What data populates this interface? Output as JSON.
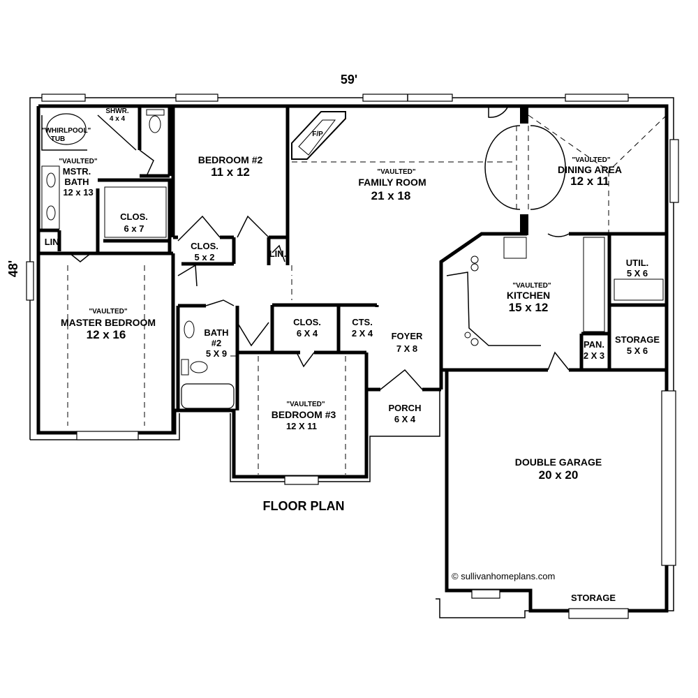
{
  "dimensions": {
    "width": "59'",
    "depth": "48'"
  },
  "title": "FLOOR PLAN",
  "copyright": "© sullivanhomeplans.com",
  "rooms": {
    "whirlpool": {
      "l1": "\"WHIRLPOOL\"",
      "l2": "TUB"
    },
    "shower": {
      "name": "SHWR.",
      "size": "4 x 4"
    },
    "mstr_bath": {
      "v": "\"VAULTED\"",
      "l1": "MSTR.",
      "l2": "BATH",
      "size": "12 x 13"
    },
    "mstr_clos": {
      "name": "CLOS.",
      "size": "6 x 7"
    },
    "lin1": {
      "name": "LIN."
    },
    "lin2": {
      "name": "LIN."
    },
    "master": {
      "v": "\"VAULTED\"",
      "name": "MASTER BEDROOM",
      "size": "12 x 16"
    },
    "bed2": {
      "name": "BEDROOM #2",
      "size": "11 x 12"
    },
    "clos2": {
      "name": "CLOS.",
      "size": "5 x 2"
    },
    "bath2": {
      "l1": "BATH",
      "l2": "#2",
      "size": "5 X 9"
    },
    "clos3": {
      "name": "CLOS.",
      "size": "6 X 4"
    },
    "cts": {
      "name": "CTS.",
      "size": "2 X 4"
    },
    "bed3": {
      "v": "\"VAULTED\"",
      "name": "BEDROOM #3",
      "size": "12 X 11"
    },
    "fp": {
      "name": "F/P"
    },
    "family": {
      "v": "\"VAULTED\"",
      "name": "FAMILY ROOM",
      "size": "21 x 18"
    },
    "dining": {
      "v": "\"VAULTED\"",
      "name": "DINING AREA",
      "size": "12 x 11"
    },
    "kitchen": {
      "v": "\"VAULTED\"",
      "name": "KITCHEN",
      "size": "15 x 12"
    },
    "util": {
      "name": "UTIL.",
      "size": "5 X 6"
    },
    "storage1": {
      "name": "STORAGE",
      "size": "5 X 6"
    },
    "pan": {
      "name": "PAN.",
      "size": "2 X 3"
    },
    "foyer": {
      "name": "FOYER",
      "size": "7 X 8"
    },
    "porch": {
      "name": "PORCH",
      "size": "6 X 4"
    },
    "garage": {
      "name": "DOUBLE GARAGE",
      "size": "20 x 20"
    },
    "storage2": {
      "name": "STORAGE"
    }
  }
}
